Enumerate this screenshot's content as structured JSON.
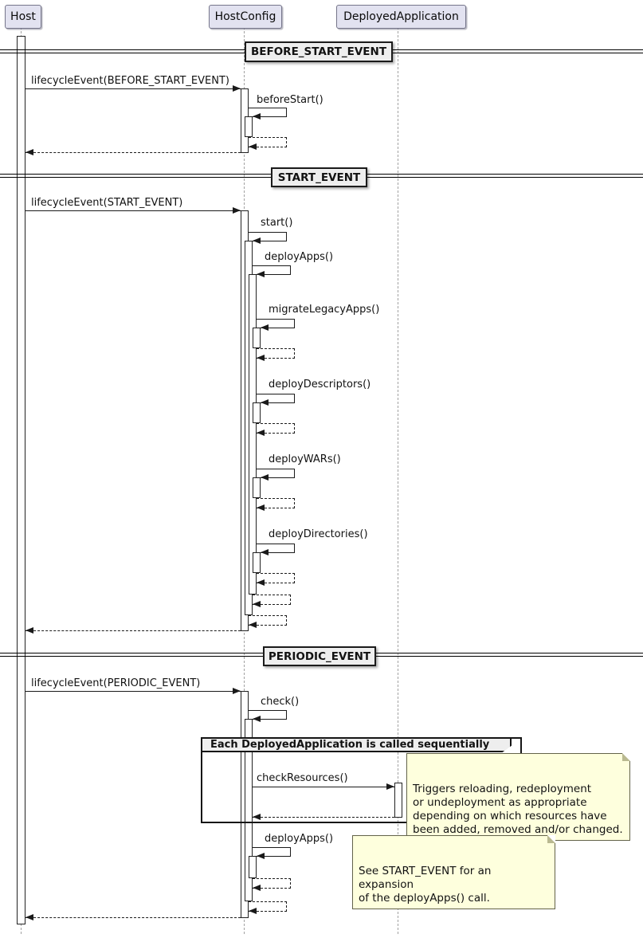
{
  "diagram": {
    "participants": [
      {
        "name": "Host"
      },
      {
        "name": "HostConfig"
      },
      {
        "name": "DeployedApplication"
      }
    ],
    "sections": [
      {
        "divider": "BEFORE_START_EVENT"
      },
      {
        "divider": "START_EVENT"
      },
      {
        "divider": "PERIODIC_EVENT"
      }
    ],
    "messages": {
      "before_lifecycle": "lifecycleEvent(BEFORE_START_EVENT)",
      "beforeStart": "beforeStart()",
      "start_lifecycle": "lifecycleEvent(START_EVENT)",
      "start": "start()",
      "deployApps": "deployApps()",
      "migrateLegacyApps": "migrateLegacyApps()",
      "deployDescriptors": "deployDescriptors()",
      "deployWARs": "deployWARs()",
      "deployDirectories": "deployDirectories()",
      "periodic_lifecycle": "lifecycleEvent(PERIODIC_EVENT)",
      "check": "check()",
      "checkResources": "checkResources()",
      "periodic_deployApps": "deployApps()"
    },
    "group": {
      "label": "Each DeployedApplication is called sequentially"
    },
    "notes": {
      "checkResources": "Triggers reloading, redeployment\nor undeployment as appropriate\ndepending on which resources have\nbeen added, removed and/or changed.",
      "deployApps": "See START_EVENT for an expansion\nof the deployApps() call."
    },
    "colors": {
      "participant_fill": "#E2E2F0",
      "divider_fill": "#EEEEEE",
      "note_fill": "#FEFFDD",
      "line": "#1A1A1A",
      "lifeline": "#A2A2A2"
    }
  }
}
